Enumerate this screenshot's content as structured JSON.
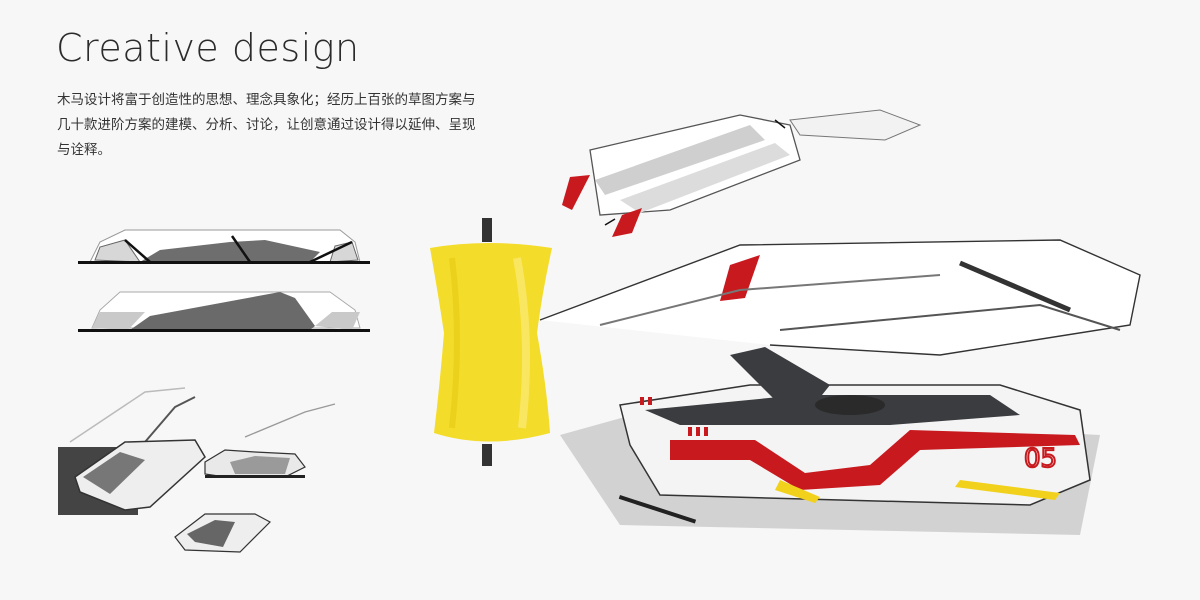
{
  "header": {
    "title": "Creative design",
    "description": "木马设计将富于创造性的思想、理念具象化；经历上百张的草图方案与几十款进阶方案的建模、分析、讨论，让创意通过设计得以延伸、呈现与诠释。"
  },
  "sketches": {
    "side_view_1": {
      "label": "side-view-sketch"
    },
    "side_view_2": {
      "label": "side-view-sketch"
    },
    "perspective_group": {
      "label": "perspective-sketches"
    },
    "yellow_pod": {
      "label": "yellow-cylinder-sketch"
    },
    "exploded_top": {
      "label": "exploded-part-sketch"
    },
    "main_render": {
      "label": "main-robot-render",
      "number_tag": "05"
    }
  },
  "colors": {
    "background": "#f7f7f7",
    "accent_red": "#c8191e",
    "accent_yellow": "#f2d11c",
    "dark_gray": "#3b3c40",
    "mid_gray": "#8a8a8a"
  }
}
